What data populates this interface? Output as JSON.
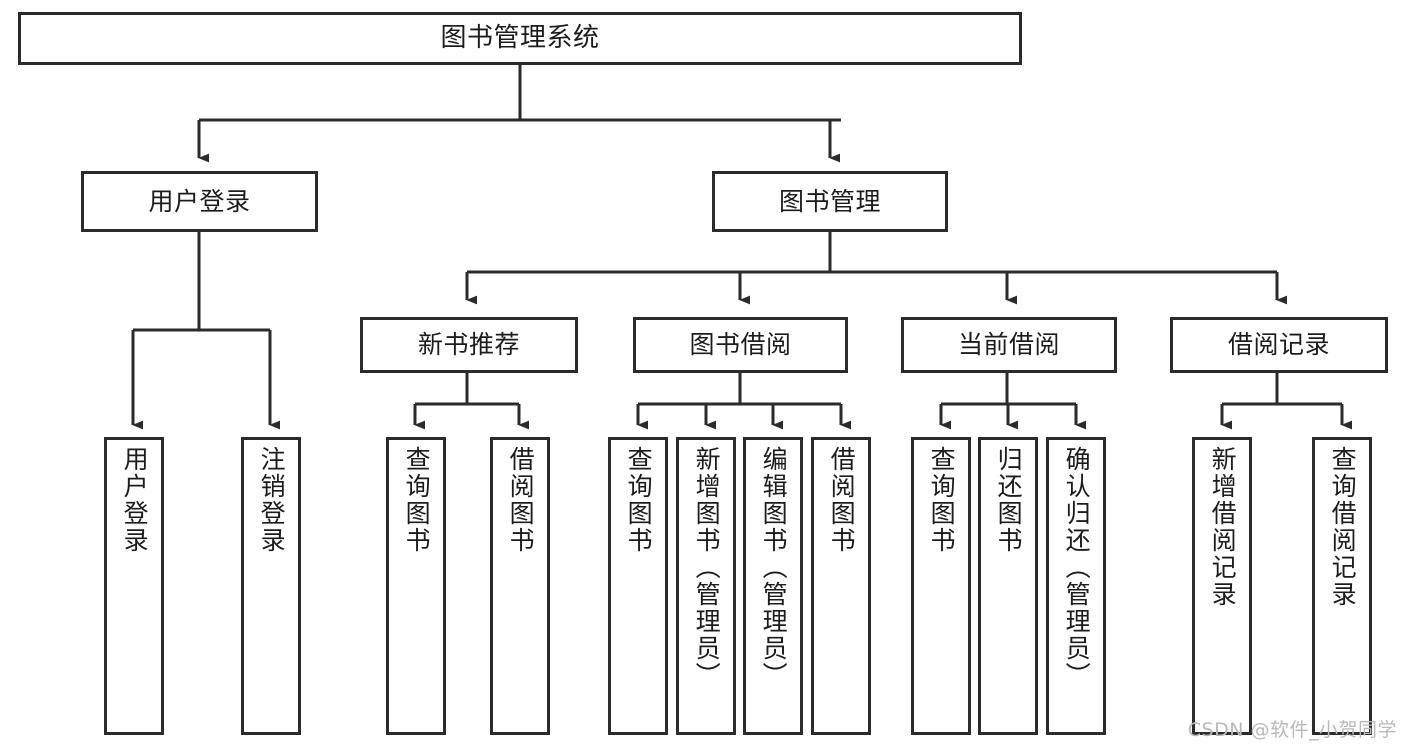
{
  "diagram": {
    "title": "图书管理系统",
    "type": "tree-hierarchy",
    "watermark": "CSDN @软件_小贺同学",
    "stroke_color": "#2b2b2b",
    "background_color": "#ffffff",
    "text_color": "#1c1c1c"
  },
  "nodes": {
    "root": {
      "label": "图书管理系统"
    },
    "level2": [
      {
        "label": "用户登录"
      },
      {
        "label": "图书管理"
      }
    ],
    "level3": [
      {
        "label": "新书推荐"
      },
      {
        "label": "图书借阅"
      },
      {
        "label": "当前借阅"
      },
      {
        "label": "借阅记录"
      }
    ],
    "leaves": {
      "user_login": [
        {
          "label": "用户登录"
        },
        {
          "label": "注销登录"
        }
      ],
      "new_book_recommend": [
        {
          "label": "查询图书"
        },
        {
          "label": "借阅图书"
        }
      ],
      "book_borrow": [
        {
          "label": "查询图书"
        },
        {
          "label": "新增图书（管理员）"
        },
        {
          "label": "编辑图书（管理员）"
        },
        {
          "label": "借阅图书"
        }
      ],
      "current_borrow": [
        {
          "label": "查询图书"
        },
        {
          "label": "归还图书"
        },
        {
          "label": "确认归还（管理员）"
        }
      ],
      "borrow_record": [
        {
          "label": "新增借阅记录"
        },
        {
          "label": "查询借阅记录"
        }
      ]
    }
  }
}
